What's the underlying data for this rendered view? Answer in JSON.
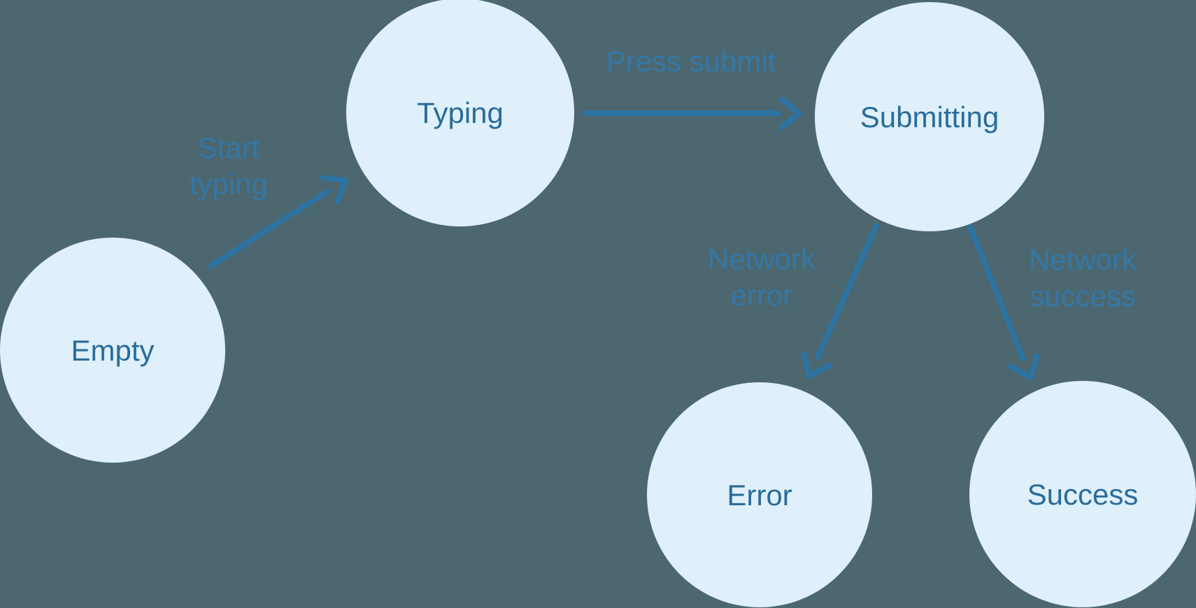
{
  "diagram": {
    "type": "state-machine",
    "colors": {
      "background": "#4c6770",
      "node_fill": "#dff0fb",
      "node_text": "#2a6c9a",
      "edge": "#2e74a3",
      "edge_label": "#3478a6"
    },
    "nodes": [
      {
        "id": "empty",
        "label": "Empty"
      },
      {
        "id": "typing",
        "label": "Typing"
      },
      {
        "id": "submitting",
        "label": "Submitting"
      },
      {
        "id": "error",
        "label": "Error"
      },
      {
        "id": "success",
        "label": "Success"
      }
    ],
    "edges": [
      {
        "from": "empty",
        "to": "typing",
        "label": "Start typing",
        "label_lines": [
          "Start",
          "typing"
        ]
      },
      {
        "from": "typing",
        "to": "submitting",
        "label": "Press submit",
        "label_lines": [
          "Press submit"
        ]
      },
      {
        "from": "submitting",
        "to": "error",
        "label": "Network error",
        "label_lines": [
          "Network",
          "error"
        ]
      },
      {
        "from": "submitting",
        "to": "success",
        "label": "Network success",
        "label_lines": [
          "Network",
          "success"
        ]
      }
    ]
  }
}
